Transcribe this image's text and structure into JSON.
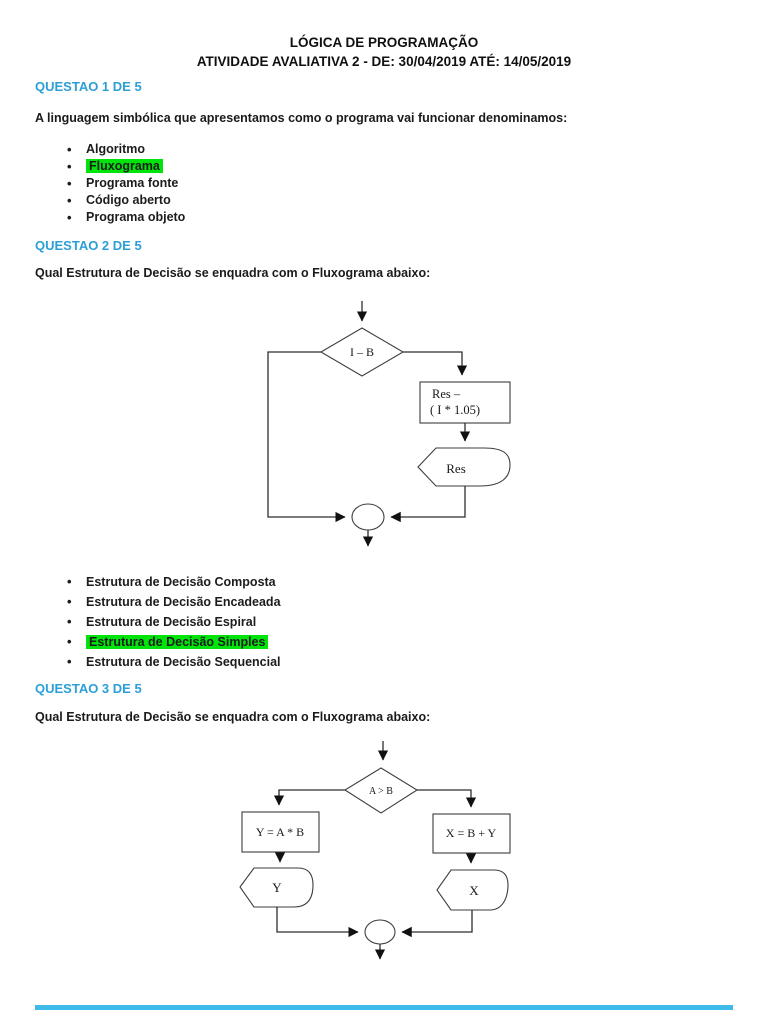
{
  "document": {
    "title": "LÓGICA DE PROGRAMAÇÃO",
    "subtitle": "ATIVIDADE AVALIATIVA 2 - DE: 30/04/2019 ATÉ: 14/05/2019"
  },
  "colors": {
    "heading_blue": "#2B9FD6",
    "highlight_green": "#00E40C"
  },
  "questions": [
    {
      "heading": "QUESTAO 1 DE 5",
      "prompt": "A linguagem simbólica que apresentamos como o programa vai funcionar denominamos:",
      "options": [
        {
          "label": "Algoritmo",
          "highlighted": false
        },
        {
          "label": "Fluxograma",
          "highlighted": true
        },
        {
          "label": "Programa fonte",
          "highlighted": false
        },
        {
          "label": "Código aberto",
          "highlighted": false
        },
        {
          "label": "Programa objeto",
          "highlighted": false
        }
      ]
    },
    {
      "heading": "QUESTAO 2 DE 5",
      "prompt": "Qual Estrutura de Decisão se enquadra com o Fluxograma abaixo:",
      "options": [
        {
          "label": "Estrutura de Decisão Composta",
          "highlighted": false
        },
        {
          "label": "Estrutura de Decisão Encadeada",
          "highlighted": false
        },
        {
          "label": "Estrutura de Decisão Espiral",
          "highlighted": false
        },
        {
          "label": "Estrutura de Decisão Simples",
          "highlighted": true
        },
        {
          "label": "Estrutura de Decisão Sequencial",
          "highlighted": false
        }
      ]
    },
    {
      "heading": "QUESTAO 3 DE 5",
      "prompt": "Qual Estrutura de Decisão se enquadra com o Fluxograma abaixo:"
    }
  ],
  "flowchart_q2": {
    "decision": "I – B",
    "process_line1": "Res –",
    "process_line2": "( I * 1.05)",
    "display": "Res"
  },
  "flowchart_q3": {
    "decision": "A > B",
    "process_left": "Y = A * B",
    "process_right": "X = B + Y",
    "display_left": "Y",
    "display_right": "X"
  }
}
